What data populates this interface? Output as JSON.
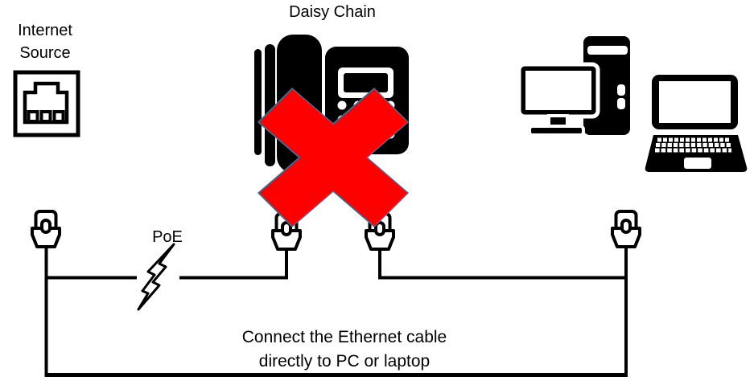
{
  "diagram": {
    "labels": {
      "internet_source": "Internet\nSource",
      "daisy_chain": "Daisy Chain",
      "poe": "PoE",
      "note": "Connect the Ethernet cable\ndirectly to PC or laptop"
    },
    "colors": {
      "background": "#ffffff",
      "line": "#000000",
      "prohibited_x_fill": "#ff0000",
      "prohibited_x_outline": "#41719c"
    },
    "icons": {
      "ethernet_wall_jack": "square port icon under Internet Source label",
      "desk_phone": "black IP desk phone icon under Daisy Chain label",
      "prohibited_x": "large red X crossing out the daisy-chained phone",
      "rj45_plug": "ethernet cable plug connector (appears 4 times on the cable)",
      "lightning_bolt": "PoE power bolt on the left cable segment",
      "desktop_pc": "monitor with tower icon",
      "laptop": "laptop icon"
    }
  }
}
